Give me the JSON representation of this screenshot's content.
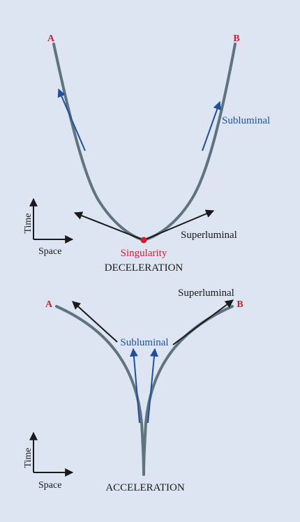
{
  "colors": {
    "background": "#dde5f2",
    "worldline": "#5f7480",
    "subluminal_arrow": "#1f4f9e",
    "superluminal_arrow": "#1a1a1a",
    "point_label": "#d0202c",
    "text": "#1a1a1a"
  },
  "top_panel": {
    "label_a": "A",
    "label_b": "B",
    "subluminal": "Subluminal",
    "superluminal": "Superluminal",
    "singularity": "Singularity",
    "title": "DECELERATION",
    "axis_time": "Time",
    "axis_space": "Space"
  },
  "bottom_panel": {
    "label_a": "A",
    "label_b": "B",
    "subluminal": "Subluminal",
    "superluminal": "Superluminal",
    "title": "ACCELERATION",
    "axis_time": "Time",
    "axis_space": "Space"
  }
}
